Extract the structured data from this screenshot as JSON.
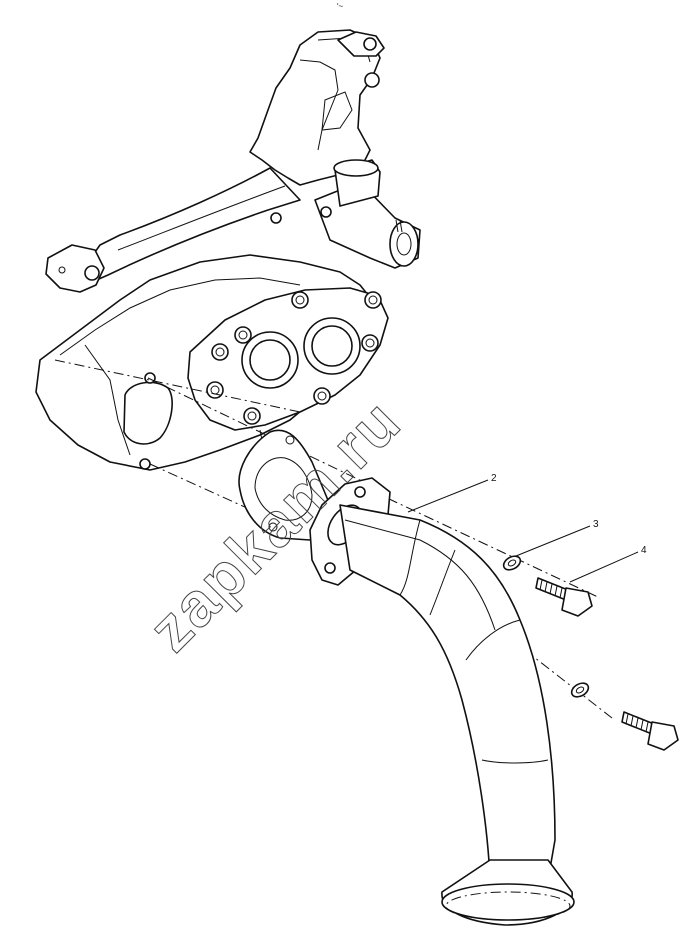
{
  "diagram": {
    "top_mark": "ʹ~",
    "watermark": "zapkam.ru",
    "callouts": [
      {
        "id": "2",
        "label": "2"
      },
      {
        "id": "3",
        "label": "3"
      },
      {
        "id": "4",
        "label": "4"
      }
    ]
  }
}
